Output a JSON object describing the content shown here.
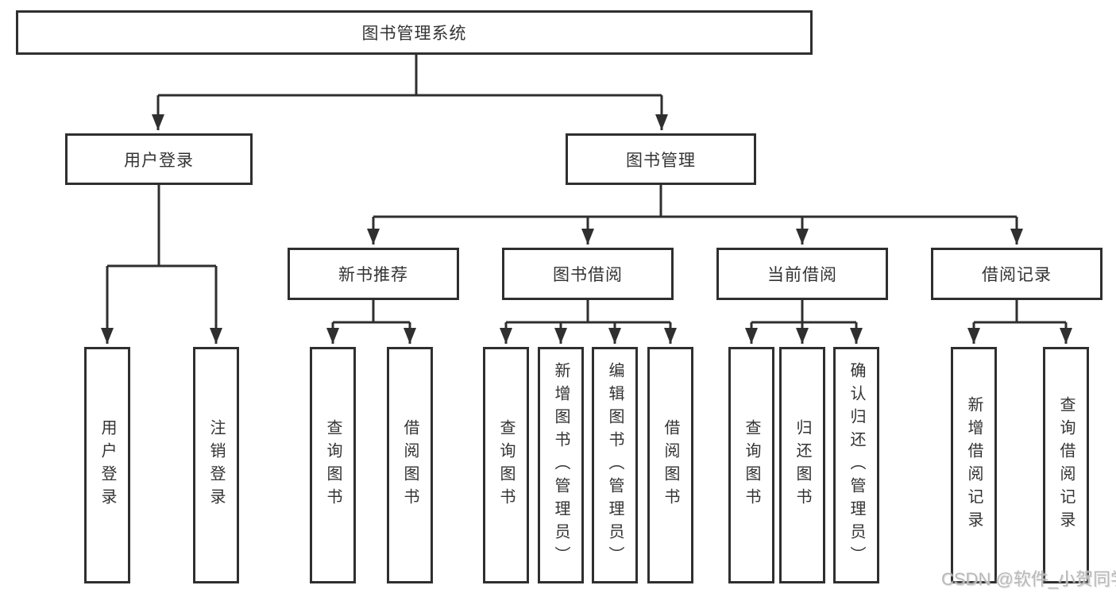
{
  "diagram_title": "图书管理系统",
  "tree": {
    "label": "图书管理系统",
    "children": [
      {
        "label": "用户登录",
        "children": [
          {
            "label": "用户登录"
          },
          {
            "label": "注销登录"
          }
        ]
      },
      {
        "label": "图书管理",
        "children": [
          {
            "label": "新书推荐",
            "children": [
              {
                "label": "查询图书"
              },
              {
                "label": "借阅图书"
              }
            ]
          },
          {
            "label": "图书借阅",
            "children": [
              {
                "label": "查询图书"
              },
              {
                "label": "新增图书（管理员）"
              },
              {
                "label": "编辑图书（管理员）"
              },
              {
                "label": "借阅图书"
              }
            ]
          },
          {
            "label": "当前借阅",
            "children": [
              {
                "label": "查询图书"
              },
              {
                "label": "归还图书"
              },
              {
                "label": "确认归还（管理员）"
              }
            ]
          },
          {
            "label": "借阅记录",
            "children": [
              {
                "label": "新增借阅记录"
              },
              {
                "label": "查询借阅记录"
              }
            ]
          }
        ]
      }
    ]
  },
  "watermark": {
    "text": "CSDN @软件_小贺同学"
  },
  "colors": {
    "line": "#2f2f2f",
    "box_border": "#2f2f2f",
    "text": "#333333",
    "background": "#ffffff",
    "watermark": "#b8b8b8"
  }
}
